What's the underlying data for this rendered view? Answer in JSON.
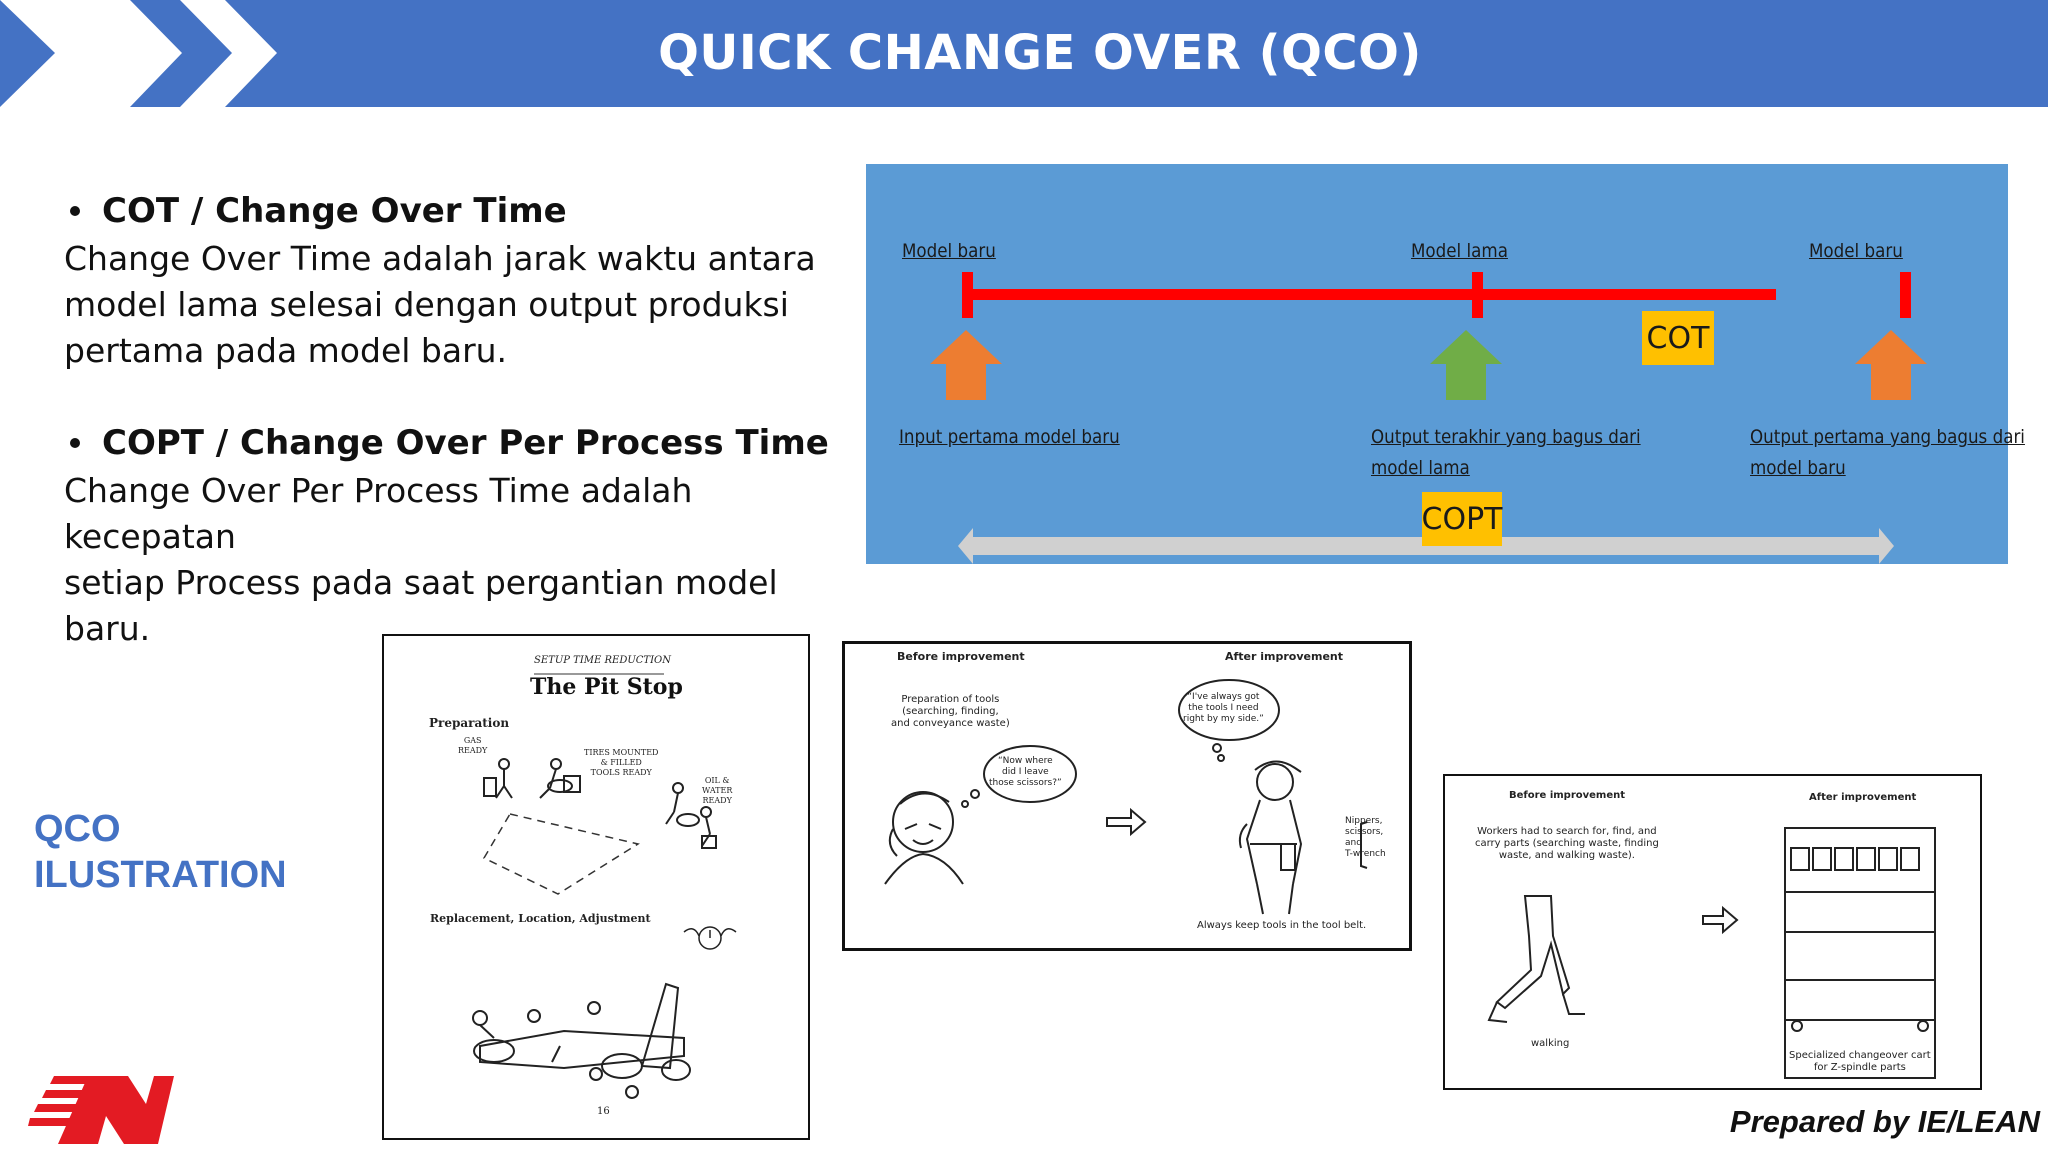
{
  "header": {
    "title": "QUICK CHANGE OVER (QCO)",
    "color": "#4472c4"
  },
  "sections": [
    {
      "heading": "COT / Change Over Time",
      "lines": [
        "Change Over Time adalah jarak waktu antara",
        "model lama selesai dengan output produksi",
        "pertama pada model baru."
      ]
    },
    {
      "heading": "COPT / Change Over Per Process Time",
      "lines": [
        "Change Over Per Process Time adalah kecepatan",
        "setiap Process pada saat pergantian model baru."
      ]
    }
  ],
  "diagram": {
    "top_labels": {
      "left": "Model baru",
      "middle": "Model lama",
      "right": "Model baru"
    },
    "bottom_labels": {
      "left": "Input pertama model baru",
      "middle": [
        "Output terakhir yang bagus dari",
        "model lama"
      ],
      "right": [
        "Output pertama yang bagus dari",
        "model baru"
      ]
    },
    "cot_badge": "COT",
    "copt_badge": "COPT",
    "colors": {
      "background": "#5b9bd5",
      "timeline": "#ff0000",
      "badge": "#ffc000",
      "arrow_orange": "#ed7d31",
      "arrow_green": "#70ad47"
    }
  },
  "qco_label": [
    "QCO",
    "ILUSTRATION"
  ],
  "pitstop": {
    "top_caption": "SETUP TIME REDUCTION",
    "title": "The Pit Stop",
    "preparation": "Preparation",
    "gas": [
      "GAS",
      "READY"
    ],
    "tires": [
      "TIRES MOUNTED",
      "& FILLED",
      "TOOLS READY"
    ],
    "oil": [
      "OIL &",
      "WATER",
      "READY"
    ],
    "replacement": "Replacement, Location, Adjustment",
    "page_number": "16"
  },
  "tools": {
    "before": "Before improvement",
    "after": "After improvement",
    "prep_text": [
      "Preparation of tools",
      "(searching, finding,",
      "and conveyance waste)"
    ],
    "bubble_left": [
      "“Now where",
      "did I leave",
      "those scissors?”"
    ],
    "bubble_right": [
      "“I've always got",
      "the tools I need",
      "right by my side.”"
    ],
    "tool_list": [
      "Nippers,",
      "scissors,",
      "and",
      "T-wrench"
    ],
    "bottom": "Always keep tools in the tool belt."
  },
  "cart": {
    "before": "Before improvement",
    "after": "After improvement",
    "desc": [
      "Workers had to search for, find, and",
      "carry parts (searching waste, finding",
      "waste, and walking waste)."
    ],
    "walking": "walking",
    "cart_caption": [
      "Specialized changeover cart",
      "for Z-spindle parts"
    ]
  },
  "footer": {
    "prepared": "Prepared by IE/LEAN"
  },
  "logo": {
    "icon": "nb-logo-icon",
    "color": "#e31b23"
  }
}
